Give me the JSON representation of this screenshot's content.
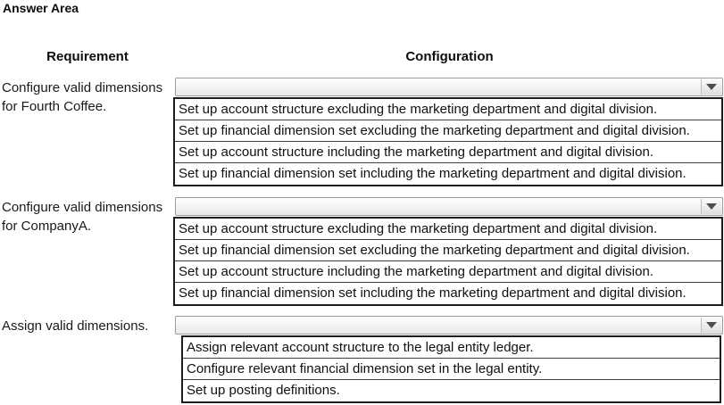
{
  "title": "Answer Area",
  "columns": {
    "requirement": "Requirement",
    "configuration": "Configuration"
  },
  "icons": {
    "dropdown_arrow": "triangle-down"
  },
  "colors": {
    "list_border": "#1d1d1d",
    "dropdown_border": "#9d9d9d",
    "dropdown_arrow": "#49504a",
    "text": "#111111"
  },
  "rows": [
    {
      "requirement_lines": [
        "Configure valid dimensions",
        "for Fourth Coffee."
      ],
      "selected": "",
      "options": [
        "Set up account structure excluding the marketing department and digital division.",
        "Set up financial dimension set excluding the marketing department and digital division.",
        "Set up account structure including the marketing department and digital division.",
        "Set up financial dimension set including the marketing department and digital division."
      ]
    },
    {
      "requirement_lines": [
        "Configure valid dimensions",
        "for CompanyA."
      ],
      "selected": "",
      "options": [
        "Set up account structure excluding the marketing department and digital division.",
        "Set up financial dimension set excluding the marketing department and digital division.",
        "Set up account structure including the marketing department and digital division.",
        "Set up financial dimension set including the marketing department and digital division."
      ]
    },
    {
      "requirement_lines": [
        "Assign valid dimensions."
      ],
      "selected": "",
      "options": [
        "Assign relevant account structure to the legal entity ledger.",
        "Configure relevant financial dimension set in the legal entity.",
        "Set up posting definitions."
      ]
    }
  ]
}
